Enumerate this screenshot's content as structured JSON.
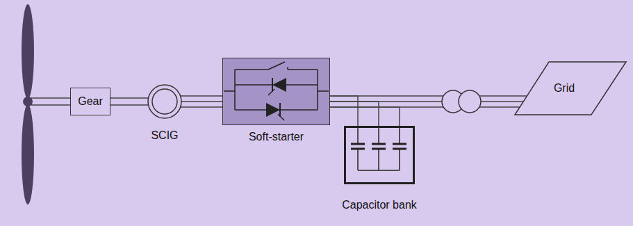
{
  "diagram": {
    "nodes": [
      {
        "text": [
          "Gear"
        ]
      },
      {
        "text": [
          "SCIG"
        ]
      },
      {
        "text": [
          "Soft-starter"
        ]
      },
      {
        "text": [
          "Capacitor bank"
        ]
      },
      {
        "text": [
          "Grid"
        ]
      }
    ],
    "edges": [
      {
        "from": 0,
        "to": 1,
        "arrow": "none"
      },
      {
        "from": 1,
        "to": 2,
        "arrow": "none"
      },
      {
        "from": 2,
        "to": 3,
        "arrow": "none"
      },
      {
        "from": 2,
        "to": 4,
        "arrow": "none"
      }
    ]
  }
}
